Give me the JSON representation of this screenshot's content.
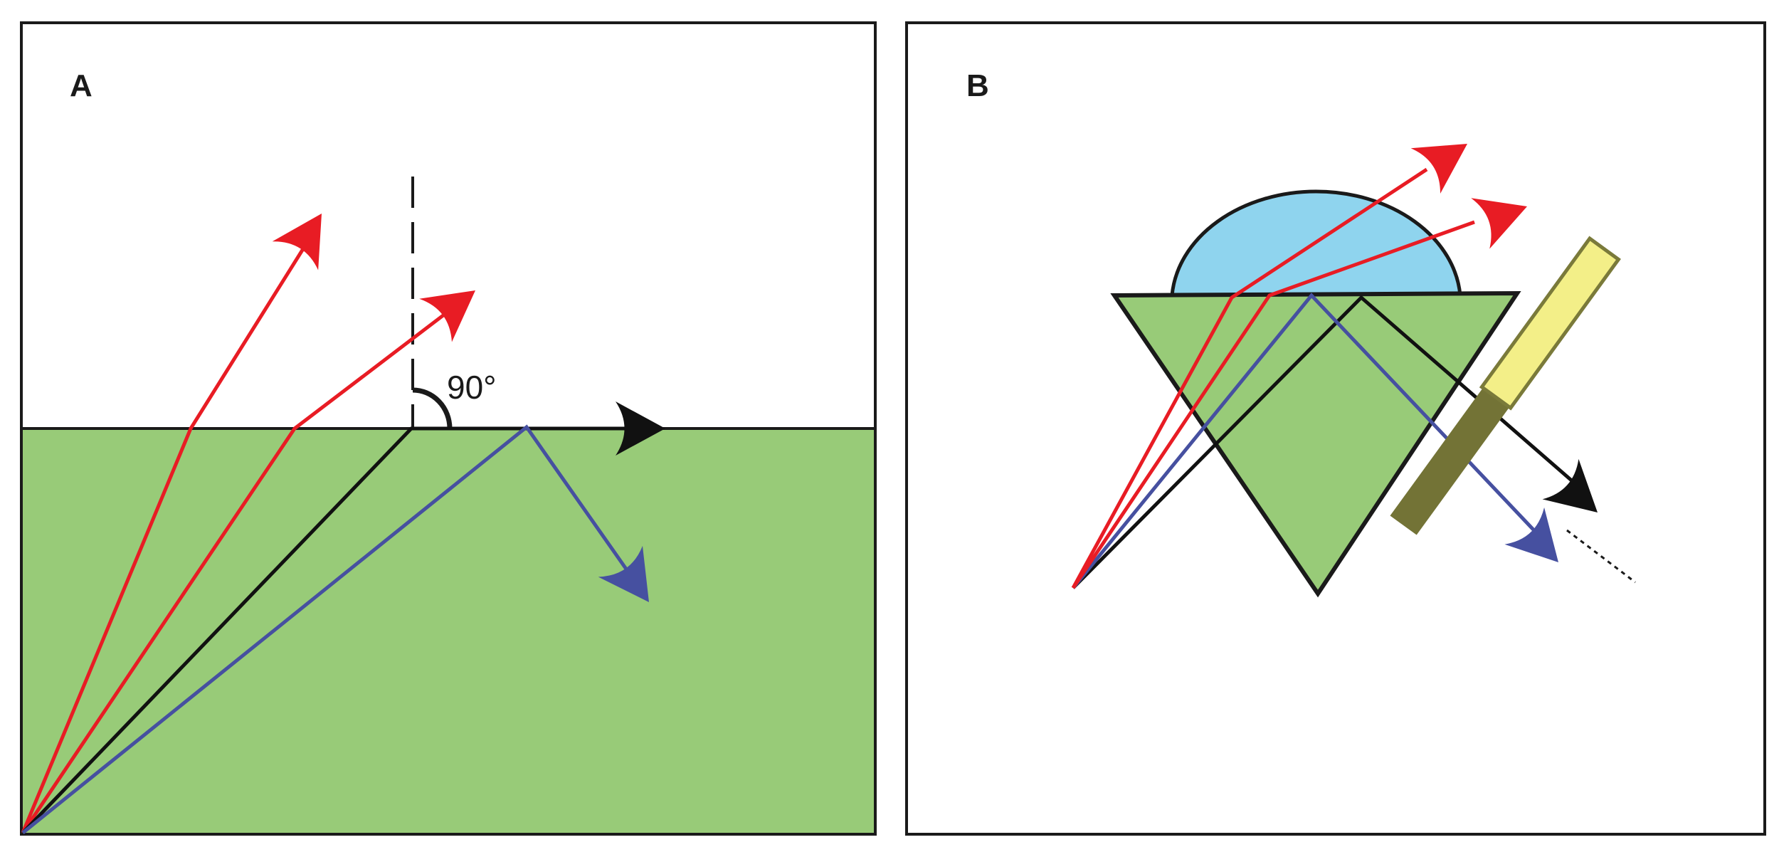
{
  "figure": {
    "panels": [
      {
        "id": "A",
        "label": "A",
        "angle_label": "90°",
        "media": {
          "upper": "white",
          "lower": "green"
        },
        "rays": [
          {
            "name": "refracted-ray-1",
            "color": "red"
          },
          {
            "name": "refracted-ray-2",
            "color": "red"
          },
          {
            "name": "critical-angle-ray",
            "color": "black"
          },
          {
            "name": "totally-reflected-ray",
            "color": "blue"
          }
        ]
      },
      {
        "id": "B",
        "label": "B",
        "elements": [
          "sample-droplet",
          "prism",
          "detector"
        ],
        "rays": [
          {
            "name": "refracted-ray-1",
            "color": "red"
          },
          {
            "name": "refracted-ray-2",
            "color": "red"
          },
          {
            "name": "critical-angle-ray",
            "color": "black"
          },
          {
            "name": "totally-reflected-ray",
            "color": "blue"
          }
        ]
      }
    ]
  },
  "colors": {
    "border": "#1a1a1a",
    "green_medium": "#98cb78",
    "red_ray": "#e81c24",
    "blue_ray": "#4650a0",
    "black_ray": "#111111",
    "droplet": "#8fd4ee",
    "detector_light": "#f3ef88",
    "detector_dark": "#737336",
    "detector_outline": "#7a7a3a"
  }
}
